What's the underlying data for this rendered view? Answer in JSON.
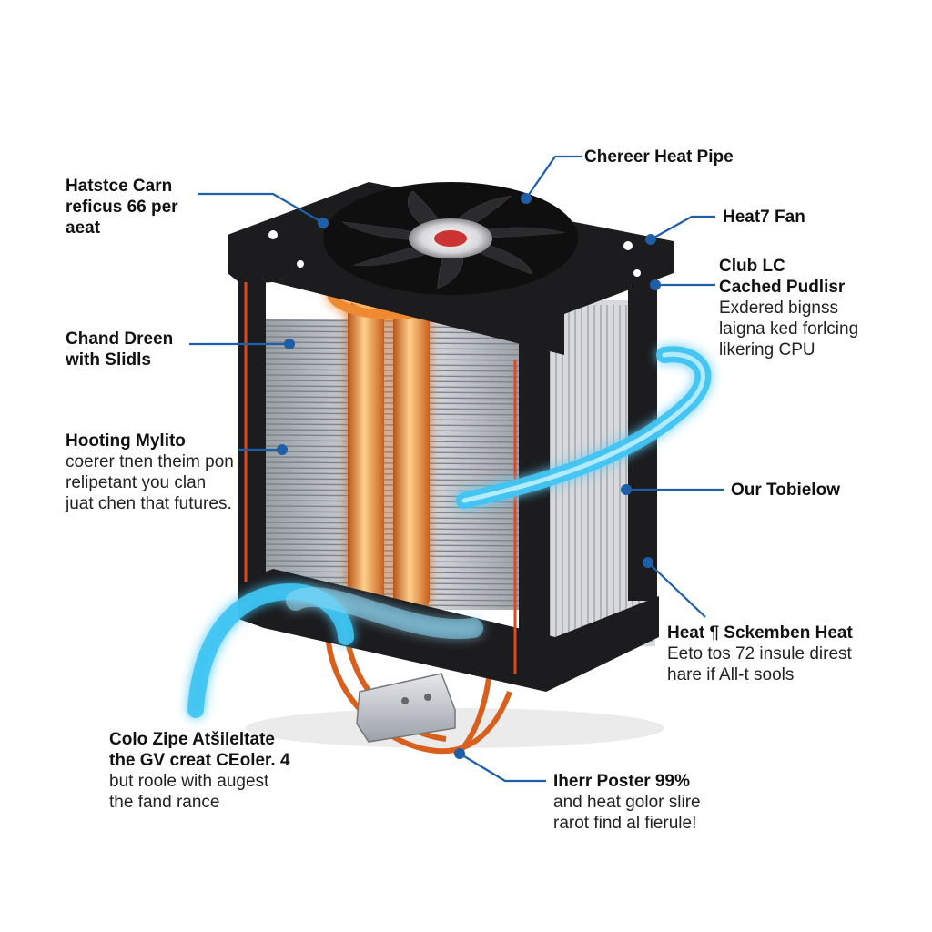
{
  "colors": {
    "background": "#ffffff",
    "leader": "#1f5fa8",
    "heat_pipe": "#e8681f",
    "coolant": "#3fc4f2",
    "frame": "#1c1c1e",
    "fins": "#c9ccd1"
  },
  "callouts": {
    "top_left": {
      "title": [
        "Hatstce Carn",
        "reficus 66 per",
        "aeat"
      ],
      "desc": []
    },
    "mid_left": {
      "title": [
        "Chand Dreen",
        "with Slidls"
      ],
      "desc": []
    },
    "left": {
      "title": [
        "Hooting Mylito"
      ],
      "desc": [
        "coerer tnen theim pon",
        "relipetant you clan",
        "juat chen that futures."
      ]
    },
    "bottom_left": {
      "title": [
        "Colo Zipe Atšileltate",
        "the GV creat CEoler. 4"
      ],
      "desc": [
        "but roole with augest",
        "the fand rance"
      ]
    },
    "top_center": {
      "title": [
        "Chereer Heat Pipe"
      ],
      "desc": []
    },
    "top_right": {
      "title": [
        "Heat7 Fan"
      ],
      "desc": []
    },
    "right_upper": {
      "title": [
        "Club LC",
        "Cached Pudlisr"
      ],
      "desc": [
        "Exdered bignss",
        "laigna ked forlcing",
        "likering CPU"
      ]
    },
    "right_mid": {
      "title": [
        "Our Tobielow"
      ],
      "desc": []
    },
    "right_lower": {
      "title": [
        "Heat ¶ Sckemben Heat"
      ],
      "desc": [
        "Eeto tos 72 insule direst",
        "hare if All-t sools"
      ]
    },
    "bottom_right": {
      "title": [
        "Iherr Poster 99%"
      ],
      "desc": [
        "and heat golor slire",
        "rarot find al fierule!"
      ]
    }
  },
  "icons": [
    "fan-icon",
    "heat-pipe",
    "coolant-tube",
    "fin-stack",
    "base-plate"
  ]
}
